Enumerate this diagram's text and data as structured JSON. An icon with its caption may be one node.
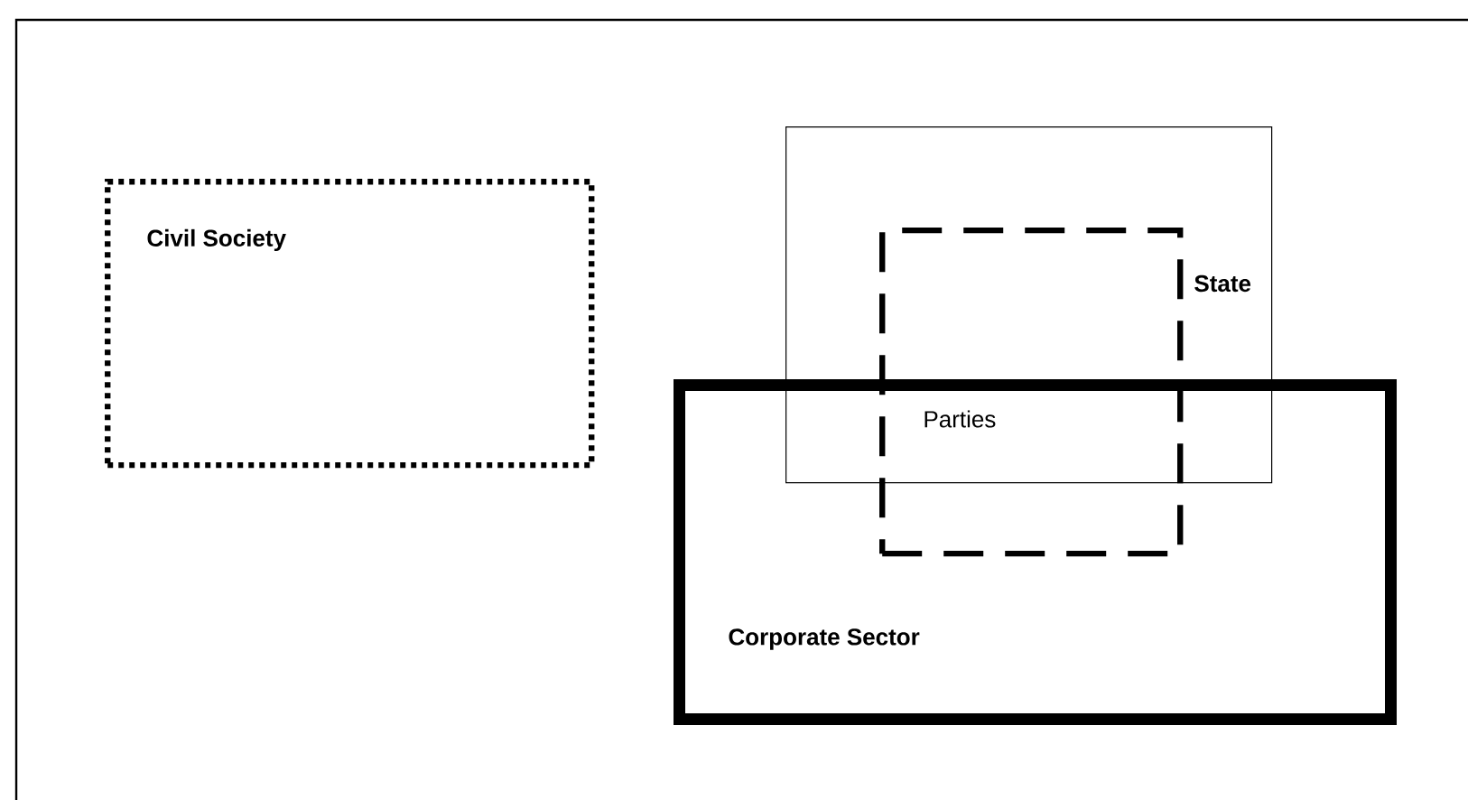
{
  "diagram": {
    "nodes": [
      {
        "text": [
          "Civil Society"
        ]
      },
      {
        "text": [
          "State"
        ]
      },
      {
        "text": [
          "Parties"
        ]
      },
      {
        "text": [
          "Corporate Sector"
        ]
      }
    ]
  }
}
